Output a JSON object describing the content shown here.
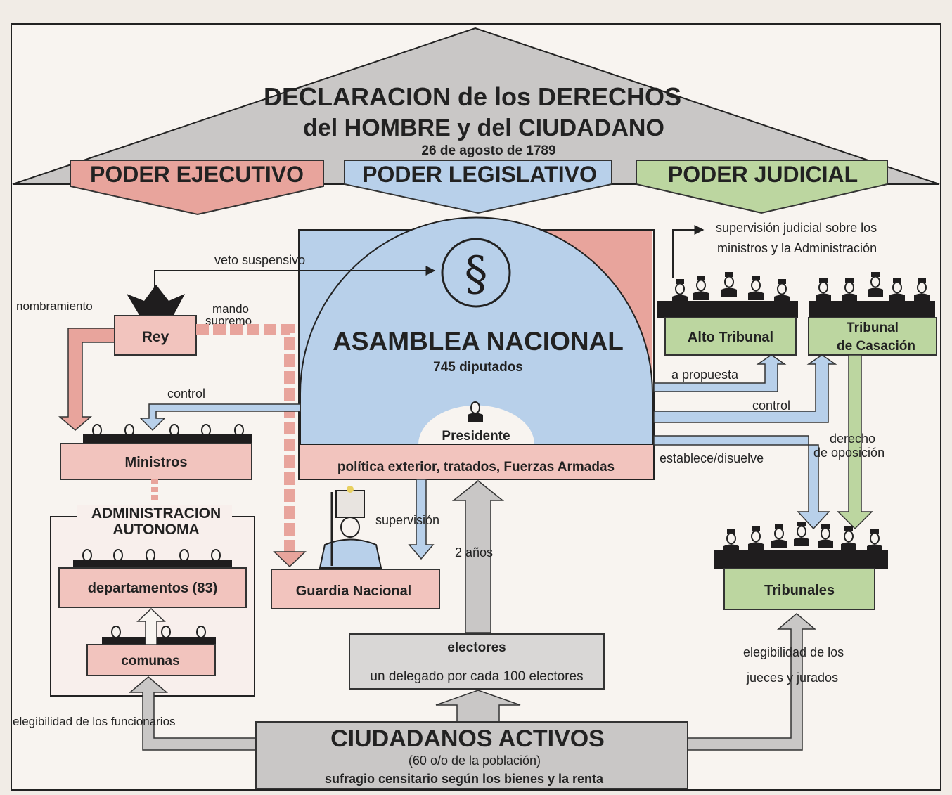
{
  "header": {
    "title_line1": "DECLARACION de los DERECHOS",
    "title_line2": "del HOMBRE y del CIUDADANO",
    "date": "26 de agosto de 1789"
  },
  "powers": {
    "executive": "PODER EJECUTIVO",
    "legislative": "PODER LEGISLATIVO",
    "judicial": "PODER JUDICIAL"
  },
  "assembly": {
    "symbol": "§",
    "title": "ASAMBLEA NACIONAL",
    "subtitle": "745 diputados",
    "president": "Presidente",
    "functions": "política exterior, tratados, Fuerzas Armadas"
  },
  "executive": {
    "king": "Rey",
    "ministers": "Ministros",
    "admin_line1": "ADMINISTRACION",
    "admin_line2": "AUTONOMA",
    "departments": "departamentos (83)",
    "communes": "comunas",
    "national_guard": "Guardia Nacional"
  },
  "judicial": {
    "high_court": "Alto Tribunal",
    "cassation_line1": "Tribunal",
    "cassation_line2": "de Casación",
    "courts": "Tribunales"
  },
  "labels": {
    "veto": "veto suspensivo",
    "appointment": "nombramiento",
    "supreme_line1": "mando",
    "supreme_line2": "supremo",
    "control_left": "control",
    "supervision": "supervisión",
    "two_years": "2 años",
    "judicial_sup_line1": "supervisión judicial sobre  los",
    "judicial_sup_line2": "ministros y la Administración",
    "proposal": "a propuesta",
    "control_right": "control",
    "establishes": "establece/disuelve",
    "opposition_line1": "derecho",
    "opposition_line2": "de oposición",
    "eligibility_officials": "elegibilidad de los funcionarios",
    "eligibility_judges_line1": "elegibilidad de los",
    "eligibility_judges_line2": "jueces y jurados"
  },
  "electors": {
    "title": "electores",
    "delegate": "un delegado por cada 100 electores"
  },
  "citizens": {
    "title": "CIUDADANOS ACTIVOS",
    "percent": "(60 o/o de la población)",
    "suffrage": "sufragio censitario según  los bienes y la renta"
  },
  "colors": {
    "executive": "#e8a49c",
    "legislative": "#b8d0ea",
    "judicial": "#bcd6a0",
    "gray": "#c9c7c6",
    "pinkbox": "#f2c4be",
    "dark": "#1f1d1e"
  }
}
